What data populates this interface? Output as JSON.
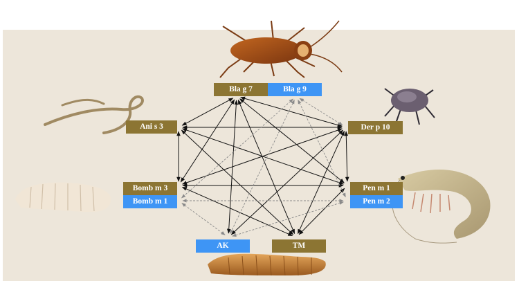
{
  "colors": {
    "panel": "#ede6da",
    "label_brown": "#8c7533",
    "label_blue": "#3e95f5",
    "label_text": "#ffffff",
    "arrow_solid": "#111111",
    "arrow_dashed": "#8a8a8a"
  },
  "nodes": {
    "cockroach": {
      "labels": [
        "Bla g 7",
        "Bla g 9"
      ],
      "icon": "cockroach-icon"
    },
    "mite": {
      "labels": [
        "Der p 10"
      ],
      "icon": "dust-mite-icon"
    },
    "shrimp": {
      "labels": [
        "Pen m 1",
        "Pen m 2"
      ],
      "icon": "shrimp-icon"
    },
    "worm": {
      "labels": [
        "TM",
        "AK"
      ],
      "icon": "mealworm-icon"
    },
    "silkworm": {
      "labels": [
        "Bomb m 3",
        "Bomb m 1"
      ],
      "icon": "silkworm-icon"
    },
    "anisakis": {
      "labels": [
        "Ani s 3"
      ],
      "icon": "anisakis-worm-icon"
    }
  },
  "edges": [
    {
      "from": "Ani s 3",
      "to": "Bla g 7",
      "style": "solid"
    },
    {
      "from": "Ani s 3",
      "to": "Der p 10",
      "style": "solid"
    },
    {
      "from": "Ani s 3",
      "to": "Bomb m 3",
      "style": "solid"
    },
    {
      "from": "Ani s 3",
      "to": "Pen m 1",
      "style": "solid"
    },
    {
      "from": "Ani s 3",
      "to": "TM",
      "style": "solid"
    },
    {
      "from": "Bla g 7",
      "to": "Der p 10",
      "style": "solid"
    },
    {
      "from": "Bla g 7",
      "to": "Bomb m 3",
      "style": "solid"
    },
    {
      "from": "Bla g 7",
      "to": "Pen m 1",
      "style": "solid"
    },
    {
      "from": "Bla g 7",
      "to": "TM",
      "style": "solid"
    },
    {
      "from": "Bla g 7",
      "to": "AK",
      "style": "solid"
    },
    {
      "from": "Der p 10",
      "to": "Pen m 1",
      "style": "solid"
    },
    {
      "from": "Der p 10",
      "to": "Bomb m 3",
      "style": "solid"
    },
    {
      "from": "Der p 10",
      "to": "TM",
      "style": "solid"
    },
    {
      "from": "Der p 10",
      "to": "AK",
      "style": "solid"
    },
    {
      "from": "Bomb m 3",
      "to": "Pen m 1",
      "style": "solid"
    },
    {
      "from": "Bomb m 3",
      "to": "TM",
      "style": "solid"
    },
    {
      "from": "Pen m 1",
      "to": "TM",
      "style": "solid"
    },
    {
      "from": "Bla g 9",
      "to": "Der p 10",
      "style": "dashed"
    },
    {
      "from": "Bla g 9",
      "to": "Pen m 2",
      "style": "dashed"
    },
    {
      "from": "Bla g 9",
      "to": "AK",
      "style": "dashed"
    },
    {
      "from": "Bla g 9",
      "to": "Bomb m 1",
      "style": "dashed"
    },
    {
      "from": "Bomb m 1",
      "to": "Pen m 2",
      "style": "dashed"
    },
    {
      "from": "Bomb m 1",
      "to": "AK",
      "style": "dashed"
    },
    {
      "from": "Pen m 2",
      "to": "AK",
      "style": "dashed"
    }
  ]
}
